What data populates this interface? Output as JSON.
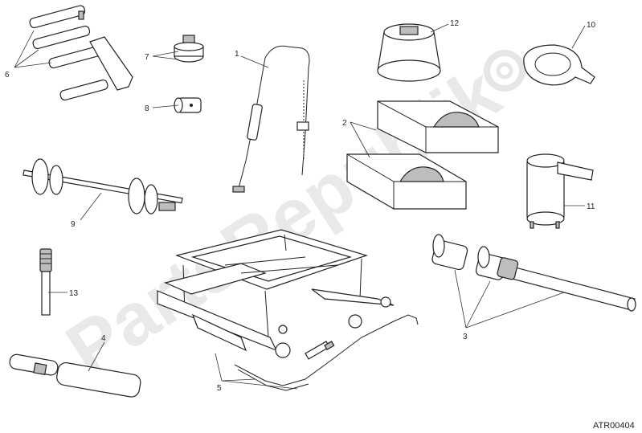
{
  "watermark": "PartsRepublik",
  "drawing_code": "ATR00404",
  "callouts": {
    "c1": "1",
    "c2": "2",
    "c3": "3",
    "c4": "4",
    "c5": "5",
    "c6": "6",
    "c7": "7",
    "c8": "8",
    "c9": "9",
    "c10": "10",
    "c11": "11",
    "c12": "12",
    "c13": "13"
  }
}
